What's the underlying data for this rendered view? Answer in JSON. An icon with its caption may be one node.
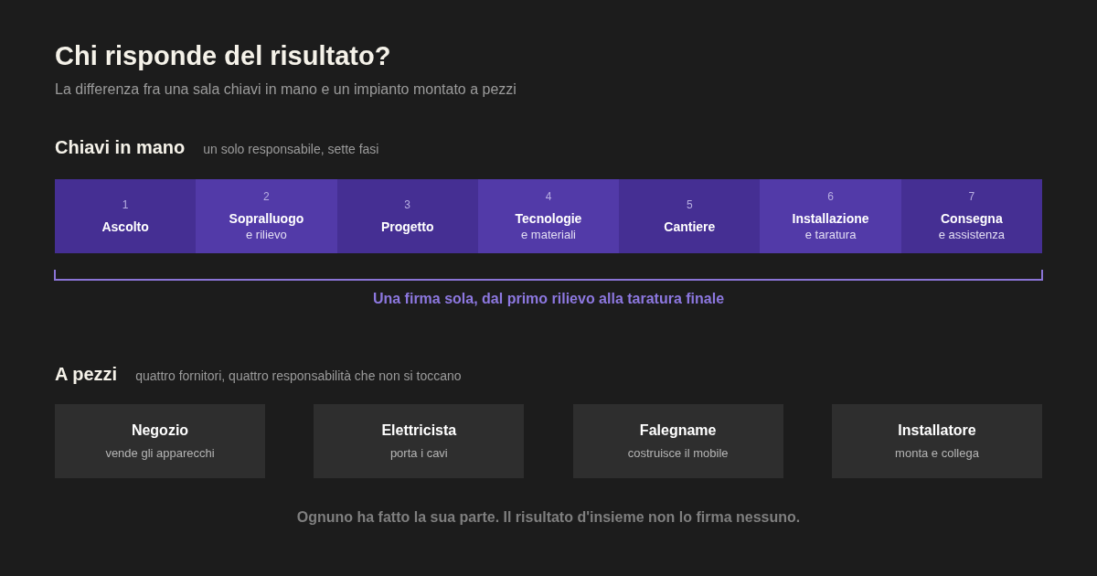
{
  "diagram": {
    "title": "Chi risponde del risultato?",
    "nodes": [
      {
        "text": [
          "1",
          "Ascolto"
        ]
      },
      {
        "text": [
          "2",
          "Sopralluogo",
          "e rilievo"
        ]
      },
      {
        "text": [
          "3",
          "Progetto"
        ]
      },
      {
        "text": [
          "4",
          "Tecnologie",
          "e materiali"
        ]
      },
      {
        "text": [
          "5",
          "Cantiere"
        ]
      },
      {
        "text": [
          "6",
          "Installazione",
          "e taratura"
        ]
      },
      {
        "text": [
          "7",
          "Consegna",
          "e assistenza"
        ]
      },
      {
        "text": [
          "Negozio",
          "vende gli apparecchi"
        ]
      },
      {
        "text": [
          "Elettricista",
          "porta i cavi"
        ]
      },
      {
        "text": [
          "Falegname",
          "costruisce il mobile"
        ]
      },
      {
        "text": [
          "Installatore",
          "monta e collega"
        ]
      }
    ],
    "labels": [
      "La differenza fra una sala chiavi in mano e un impianto montato a pezzi",
      "Chiavi in mano",
      "un solo responsabile, sette fasi",
      "Una firma sola, dal primo rilievo alla taratura finale",
      "A pezzi",
      "quattro fornitori, quattro responsabilità che non si toccano",
      "Ognuno ha fatto la sua parte. Il risultato d'insieme non lo firma nessuno."
    ]
  }
}
